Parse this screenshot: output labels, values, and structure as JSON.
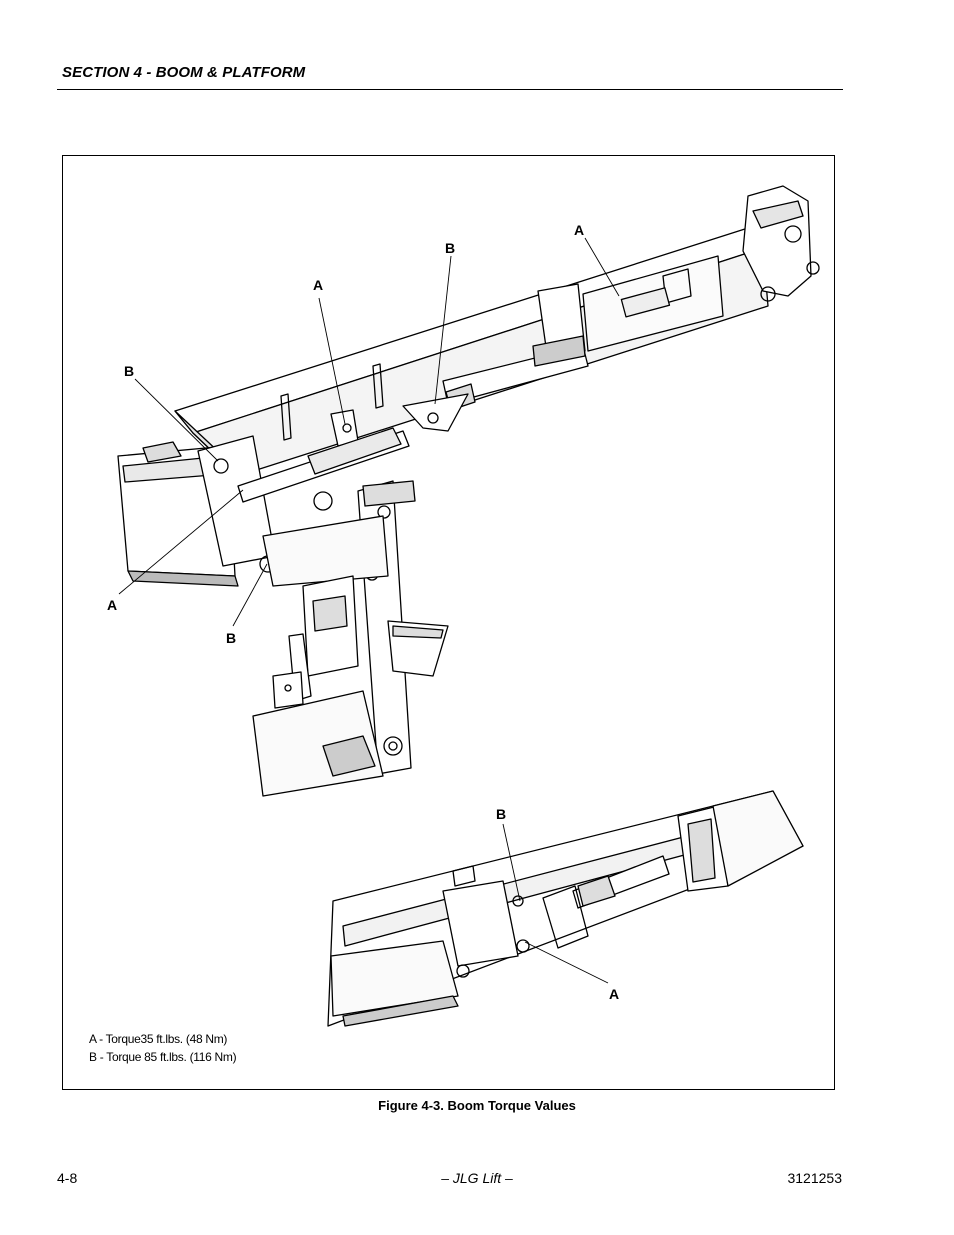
{
  "header": {
    "section_title": "SECTION 4 - BOOM & PLATFORM"
  },
  "figure": {
    "callouts": {
      "top_a_right": "A",
      "top_b_center": "B",
      "top_a_center": "A",
      "top_b_left": "B",
      "top_a_lower_left": "A",
      "top_b_lower": "B",
      "bottom_b": "B",
      "bottom_a": "A"
    },
    "legend": [
      "A -  Torque35 ft.lbs. (48 Nm)",
      "B -  Torque 85 ft.lbs. (116 Nm)"
    ],
    "caption": "Figure 4-3.  Boom Torque Values"
  },
  "footer": {
    "page_number": "4-8",
    "brand": "– JLG Lift –",
    "doc_number": "3121253"
  }
}
